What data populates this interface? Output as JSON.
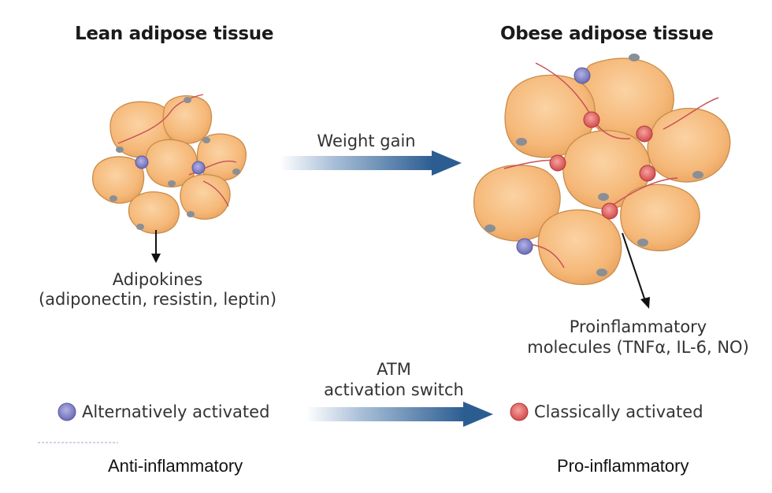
{
  "titles": {
    "lean": "Lean adipose tissue",
    "obese": "Obese adipose tissue"
  },
  "labels": {
    "weight_gain": "Weight gain",
    "adipokines_line1": "Adipokines",
    "adipokines_line2": "(adiponectin, resistin, leptin)",
    "proinflammatory_line1": "Proinflammatory",
    "proinflammatory_line2": "molecules (TNFα, IL-6, NO)",
    "atm_line1": "ATM",
    "atm_line2": "activation switch",
    "alternatively_activated": "Alternatively activated",
    "classically_activated": "Classically activated",
    "anti_inflammatory": "Anti-inflammatory",
    "pro_inflammatory": "Pro-inflammatory"
  },
  "colors": {
    "adipocyte_fill": "#f6bd84",
    "adipocyte_edge": "#c98c4a",
    "nucleus": "#8a8f96",
    "vessel": "#c8505a",
    "macrophage_alt": "#7f7fc4",
    "macrophage_classic": "#e26060",
    "arrow": "#2e5f92"
  }
}
